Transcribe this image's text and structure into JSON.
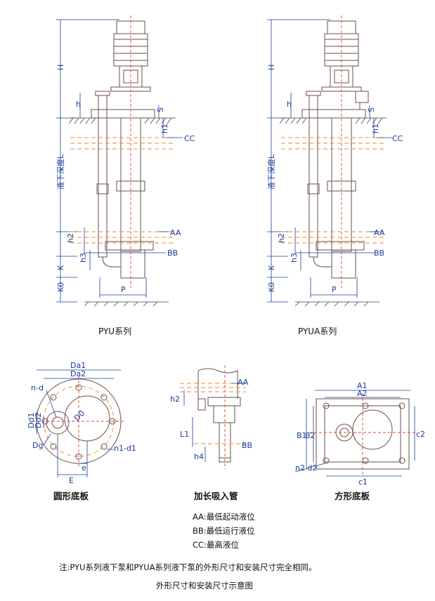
{
  "pyu": {
    "caption": "PYU系列",
    "labels": {
      "H": "H",
      "h": "h",
      "h1": "h1",
      "S": "S",
      "CC": "CC",
      "depth": "液下深度L",
      "h2": "h2",
      "AA": "AA",
      "BB": "BB",
      "h3": "h3",
      "K": "K",
      "K0": "K0",
      "P": "P"
    }
  },
  "pyua": {
    "caption": "PYUA系列",
    "labels": {
      "H": "H",
      "h": "h",
      "h1": "h1",
      "S": "S",
      "CC": "CC",
      "depth": "液下深度L",
      "h2": "h2",
      "AA": "AA",
      "BB": "BB",
      "h3": "h3",
      "K": "K",
      "K0": "K0",
      "P": "P"
    }
  },
  "round_plate": {
    "caption": "圆形底板",
    "labels": {
      "Da1": "Da1",
      "Da2": "Da2",
      "nd": "n-d",
      "Dd1": "Dd1",
      "Dd2": "Dd2",
      "D0": "D0",
      "Dg": "Dg",
      "n1d1": "n1-d1",
      "e": "e",
      "E": "E"
    }
  },
  "suction_pipe": {
    "caption": "加长吸入管",
    "labels": {
      "AA": "AA",
      "h2": "h2",
      "L1": "L1",
      "BB": "BB",
      "h4": "h4"
    }
  },
  "square_plate": {
    "caption": "方形底板",
    "labels": {
      "A1": "A1",
      "A2": "A2",
      "B1": "B1",
      "B2": "B2",
      "c2": "c2",
      "n2d2": "n2 d2",
      "c1": "c1"
    }
  },
  "legend": [
    "AA:最低起动液位",
    "BB:最低运行液位",
    "CC:最高液位"
  ],
  "note": "注:PYU系列液下泵和PYUA系列液下泵的外形尺寸和安装尺寸完全相同。",
  "footer_title": "外形尺寸和安装尺寸示意图"
}
